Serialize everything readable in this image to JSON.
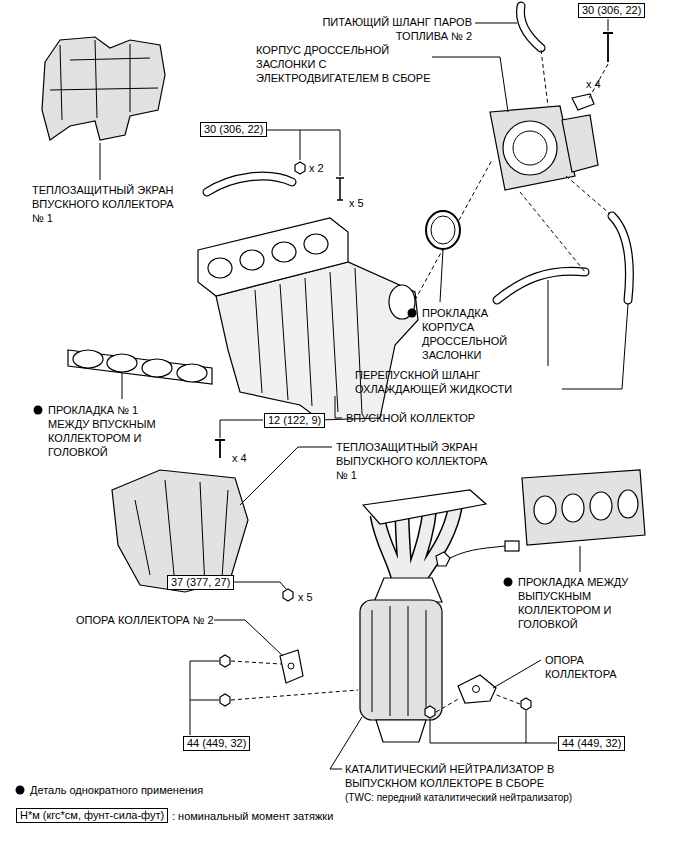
{
  "diagram": {
    "nodes": [
      {
        "text": [
          "30 (306, 22)"
        ]
      },
      {
        "text": [
          "30 (306, 22)"
        ]
      },
      {
        "text": [
          "12 (122, 9)"
        ]
      },
      {
        "text": [
          "37 (377, 27)"
        ]
      },
      {
        "text": [
          "44 (449, 32)"
        ]
      },
      {
        "text": [
          "44 (449, 32)"
        ]
      },
      {
        "text": [
          "Н*м (кгс*см, фунт-сила-фут)"
        ]
      }
    ],
    "labels": [
      "ПИТАЮЩИЙ ШЛАНГ ПАРОВ ТОПЛИВА № 2",
      "КОРПУС ДРОССЕЛЬНОЙ ЗАСЛОНКИ С ЭЛЕКТРОДВИГАТЕЛЕМ В СБОРЕ",
      "x 4",
      "x 2",
      "x 5",
      "ТЕПЛОЗАЩИТНЫЙ ЭКРАН ВПУСКНОГО КОЛЛЕКТОРА № 1",
      "ПРОКЛАДКА КОРПУСА ДРОССЕЛЬНОЙ ЗАСЛОНКИ",
      "ПЕРЕПУСКНОЙ ШЛАНГ ОХЛАЖДАЮЩЕЙ ЖИДКОСТИ",
      "ПРОКЛАДКА № 1 МЕЖДУ ВПУСКНЫМ КОЛЛЕКТОРОМ И ГОЛОВКОЙ",
      "ВПУСКНОЙ КОЛЛЕКТОР",
      "x 4",
      "ТЕПЛОЗАЩИТНЫЙ ЭКРАН ВЫПУСКНОГО КОЛЛЕКТОРА № 1",
      "x 5",
      "ПРОКЛАДКА МЕЖДУ ВЫПУСКНЫМ КОЛЛЕКТОРОМ И ГОЛОВКОЙ",
      "ОПОРА КОЛЛЕКТОРА № 2",
      "ОПОРА КОЛЛЕКТОРА",
      "КАТАЛИТИЧЕСКИЙ НЕЙТРАЛИЗАТОР В ВЫПУСКНОМ КОЛЛЕКТОРЕ В СБОРЕ",
      "(TWC: передний каталитический нейтрализатор)"
    ],
    "legend": [
      {
        "text": "Деталь однократного применения"
      },
      {
        "text": ": номинальный момент затяжки"
      }
    ]
  }
}
